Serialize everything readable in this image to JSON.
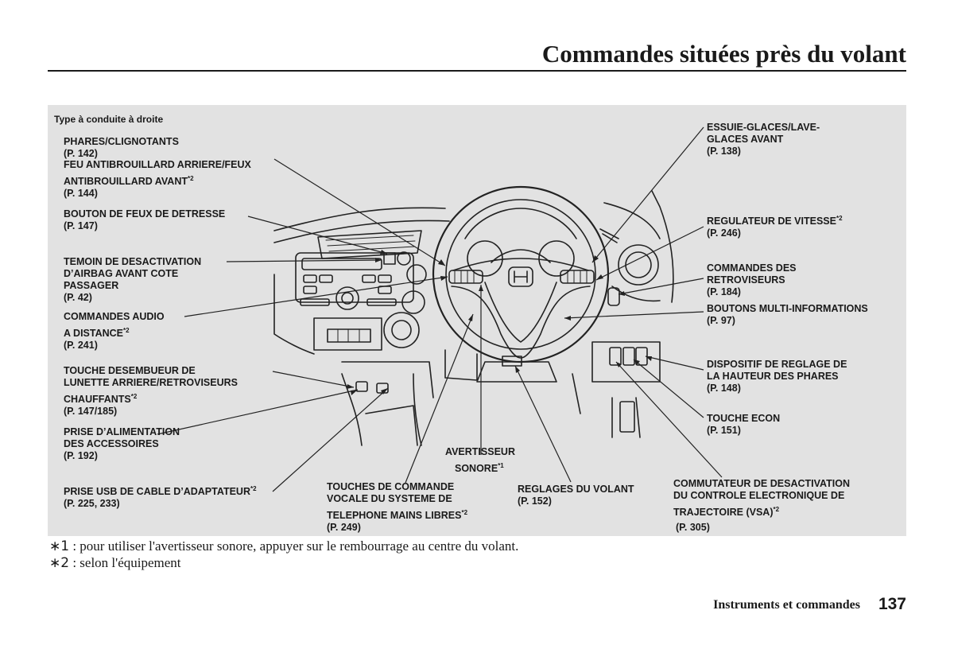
{
  "header": {
    "title": "Commandes situées près du volant"
  },
  "diagram": {
    "drive_type": "Type à conduite à droite",
    "labels": {
      "headlights": {
        "line1": "PHARES/CLIGNOTANTS",
        "ref": "(P. 142)"
      },
      "fog": {
        "line1": "FEU ANTIBROUILLARD ARRIERE/FEUX",
        "line2": "ANTIBROUILLARD AVANT",
        "note": "*2",
        "ref": "(P. 144)"
      },
      "hazard": {
        "line1": "BOUTON DE FEUX DE DETRESSE",
        "ref": "(P. 147)"
      },
      "airbag": {
        "line1": "TEMOIN DE DESACTIVATION",
        "line2": "D’AIRBAG AVANT COTE",
        "line3": "PASSAGER",
        "ref": "(P. 42)"
      },
      "audio": {
        "line1": "COMMANDES AUDIO",
        "line2": "A DISTANCE",
        "note": "*2",
        "ref": "(P. 241)"
      },
      "defog": {
        "line1": "TOUCHE DESEMBUEUR DE",
        "line2": "LUNETTE ARRIERE/RETROVISEURS",
        "line3": "CHAUFFANTS",
        "note": "*2",
        "ref": "(P. 147/185)"
      },
      "accessory": {
        "line1": "PRISE D’ALIMENTATION",
        "line2": "DES ACCESSOIRES",
        "ref": "(P. 192)"
      },
      "usb": {
        "line1": "PRISE USB DE CABLE D’ADAPTATEUR",
        "note": "*2",
        "ref": "(P. 225, 233)"
      },
      "voice": {
        "line1": "TOUCHES DE COMMANDE",
        "line2": "VOCALE DU SYSTEME DE",
        "line3": "TELEPHONE MAINS LIBRES",
        "note": "*2",
        "ref": "(P. 249)"
      },
      "horn": {
        "line1": "AVERTISSEUR",
        "line2": "SONORE",
        "note": "*1"
      },
      "steering": {
        "line1": "REGLAGES DU VOLANT",
        "ref": "(P. 152)"
      },
      "wipers": {
        "line1": "ESSUIE-GLACES/LAVE-",
        "line2": "GLACES AVANT",
        "ref": "(P. 138)"
      },
      "cruise": {
        "line1": "REGULATEUR DE VITESSE",
        "note": "*2",
        "ref": "(P. 246)"
      },
      "mirrors": {
        "line1": "COMMANDES DES",
        "line2": "RETROVISEURS",
        "ref": "(P. 184)"
      },
      "info": {
        "line1": "BOUTONS MULTI-INFORMATIONS",
        "ref": "(P. 97)"
      },
      "leveling": {
        "line1": "DISPOSITIF DE REGLAGE DE",
        "line2": "LA HAUTEUR DES PHARES",
        "ref": "(P. 148)"
      },
      "econ": {
        "line1": "TOUCHE ECON",
        "ref": "(P. 151)"
      },
      "vsa": {
        "line1": "COMMUTATEUR DE DESACTIVATION",
        "line2": "DU CONTROLE ELECTRONIQUE DE",
        "line3": "TRAJECTOIRE (VSA)",
        "note": "*2",
        "ref": "(P. 305)"
      }
    }
  },
  "footnotes": [
    {
      "mark": "∗1",
      "sep": " : ",
      "text": "pour utiliser l'avertisseur sonore, appuyer sur le rembourrage au centre du volant."
    },
    {
      "mark": "∗2",
      "sep": " : ",
      "text": "selon l'équipement"
    }
  ],
  "footer": {
    "section": "Instruments et commandes",
    "page": "137"
  }
}
